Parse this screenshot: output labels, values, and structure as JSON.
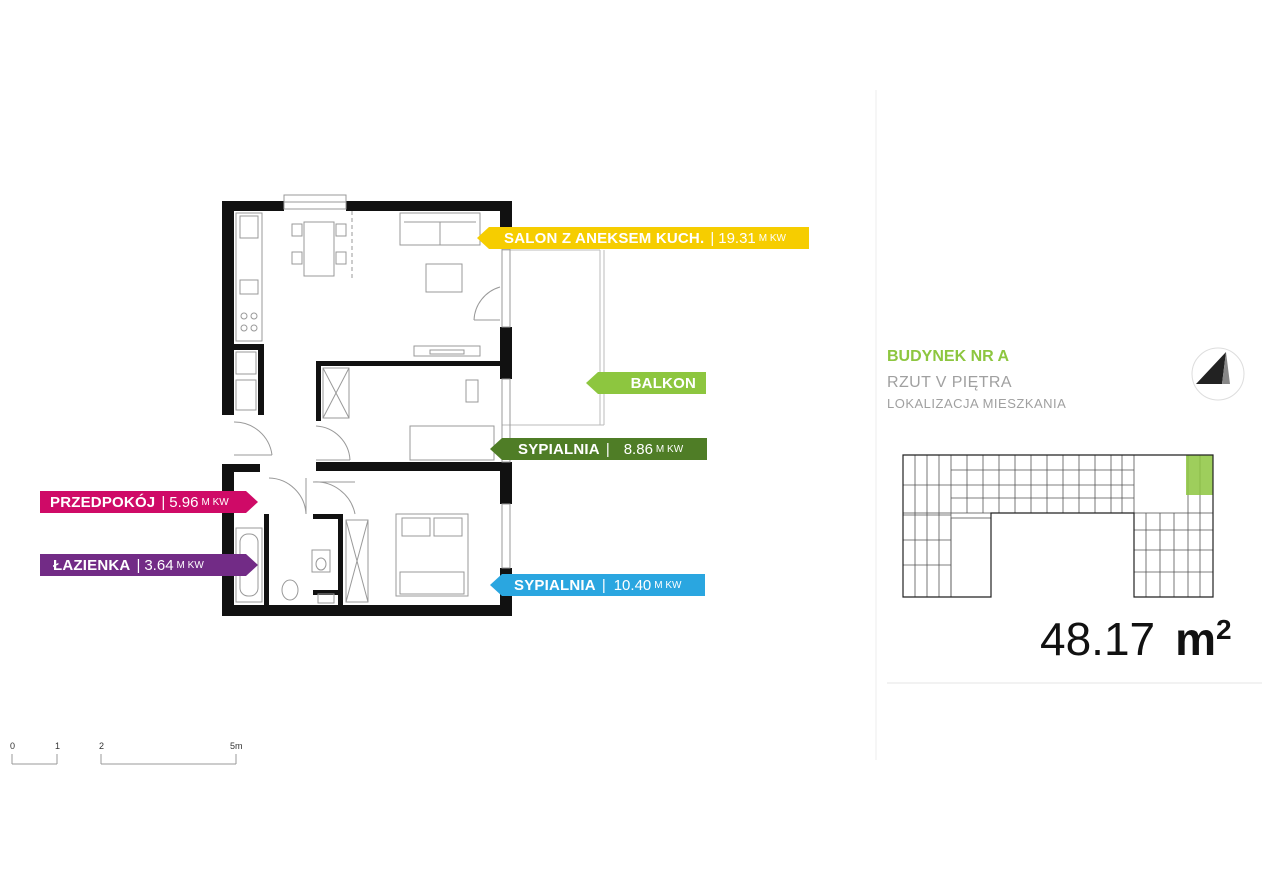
{
  "rooms": {
    "salon": {
      "name": "SALON Z ANEKSEM KUCH.",
      "sep": "|",
      "value": "19.31",
      "unit": "M KW",
      "color": "#f6cd00"
    },
    "balkon": {
      "name": "BALKON",
      "color": "#8dc63f"
    },
    "sypialnia1": {
      "name": "SYPIALNIA",
      "sep": "|",
      "value": "8.86",
      "unit": "M KW",
      "color": "#4f7d26"
    },
    "sypialnia2": {
      "name": "SYPIALNIA",
      "sep": "|",
      "value": "10.40",
      "unit": "M KW",
      "color": "#2aa6e0"
    },
    "przedpokoj": {
      "name": "PRZEDPOKÓJ",
      "sep": "|",
      "value": "5.96",
      "unit": "M KW",
      "color": "#cf0a67"
    },
    "lazienka": {
      "name": "ŁAZIENKA",
      "sep": "|",
      "value": "3.64",
      "unit": "M KW",
      "color": "#722b86"
    }
  },
  "building": {
    "title": "BUDYNEK NR A",
    "floor": "RZUT V PIĘTRA",
    "location": "LOKALIZACJA MIESZKANIA",
    "highlight_color": "#8dc63f"
  },
  "total_area": {
    "value": "48.17",
    "unit": "m",
    "exp": "2"
  },
  "scale": {
    "labels": [
      "0",
      "1",
      "2",
      "5m"
    ]
  },
  "icons": {
    "compass": "north-arrow-icon"
  }
}
